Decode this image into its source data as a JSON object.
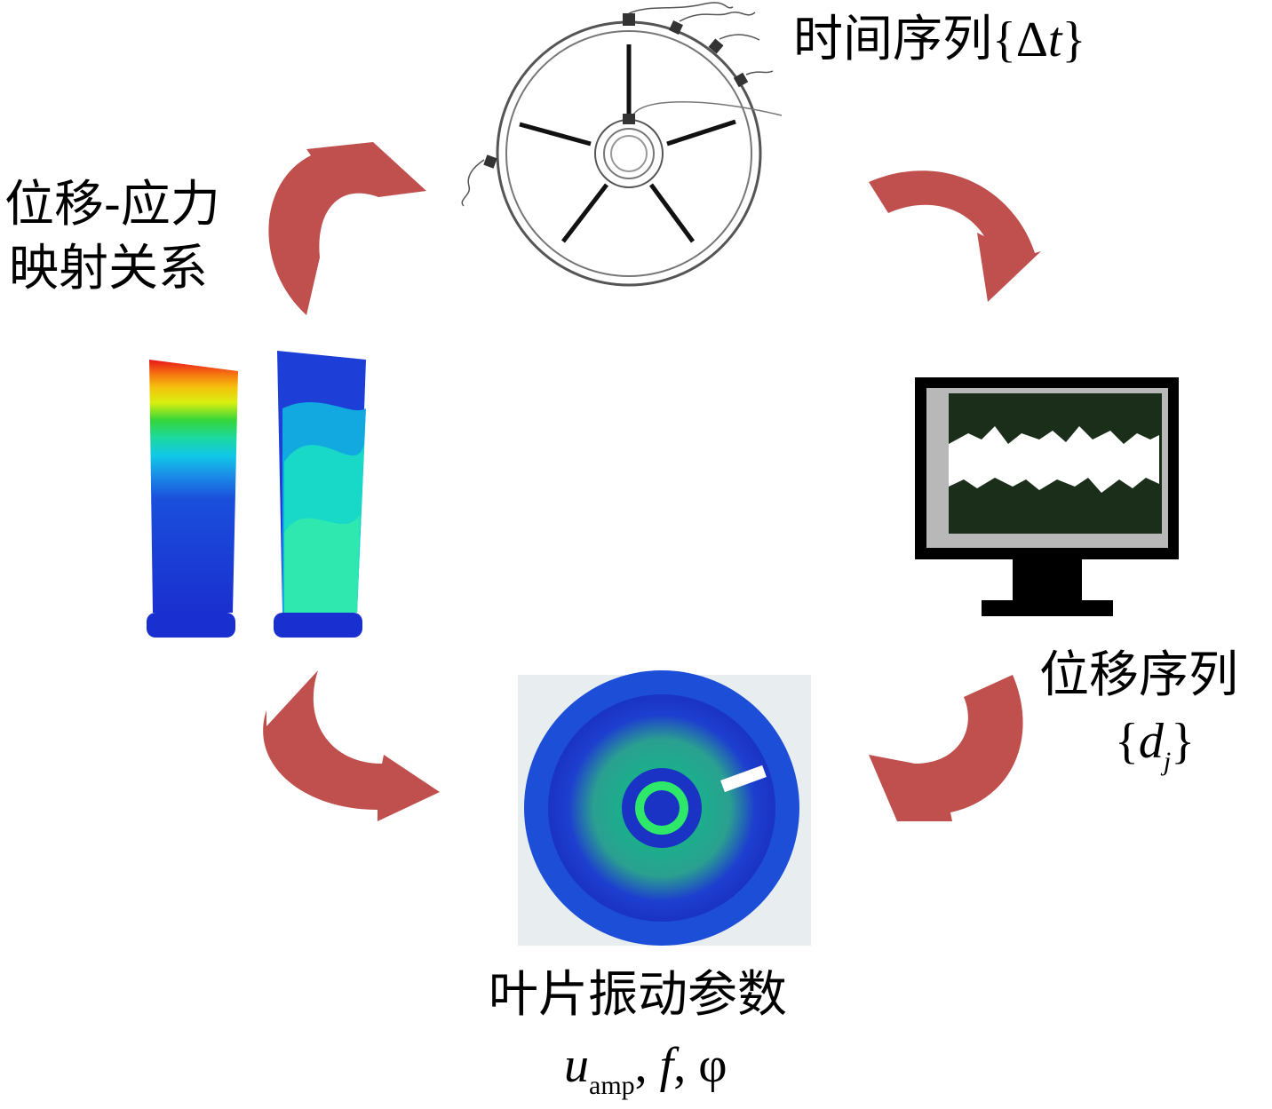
{
  "labels": {
    "time_series": {
      "text": "时间序列",
      "math_open": "{",
      "delta": "Δ",
      "var": "t",
      "math_close": "}"
    },
    "disp_stress_1": "位移-应力",
    "disp_stress_2": "映射关系",
    "disp_series": {
      "text": "位移序列",
      "math_open": "{",
      "var": "d",
      "sub": "j",
      "math_close": "}"
    },
    "blade_params": {
      "text": "叶片振动参数",
      "u": "u",
      "u_sub": "amp",
      "sep1": ", ",
      "f": "f",
      "sep2": ", ",
      "phi": "φ"
    }
  },
  "colors": {
    "arrow": "#c0504d",
    "monitor_frame": "#000000",
    "monitor_screen": "#1a2e1a",
    "signal": "#ffffff",
    "blade_blue": "#1a3ccf",
    "disk_blue": "#1d4ed8"
  },
  "icons": [
    "cycle-arrow",
    "casing-sensor-diagram",
    "monitor-icon",
    "blade-contour-plot",
    "bladed-disk-plot"
  ]
}
